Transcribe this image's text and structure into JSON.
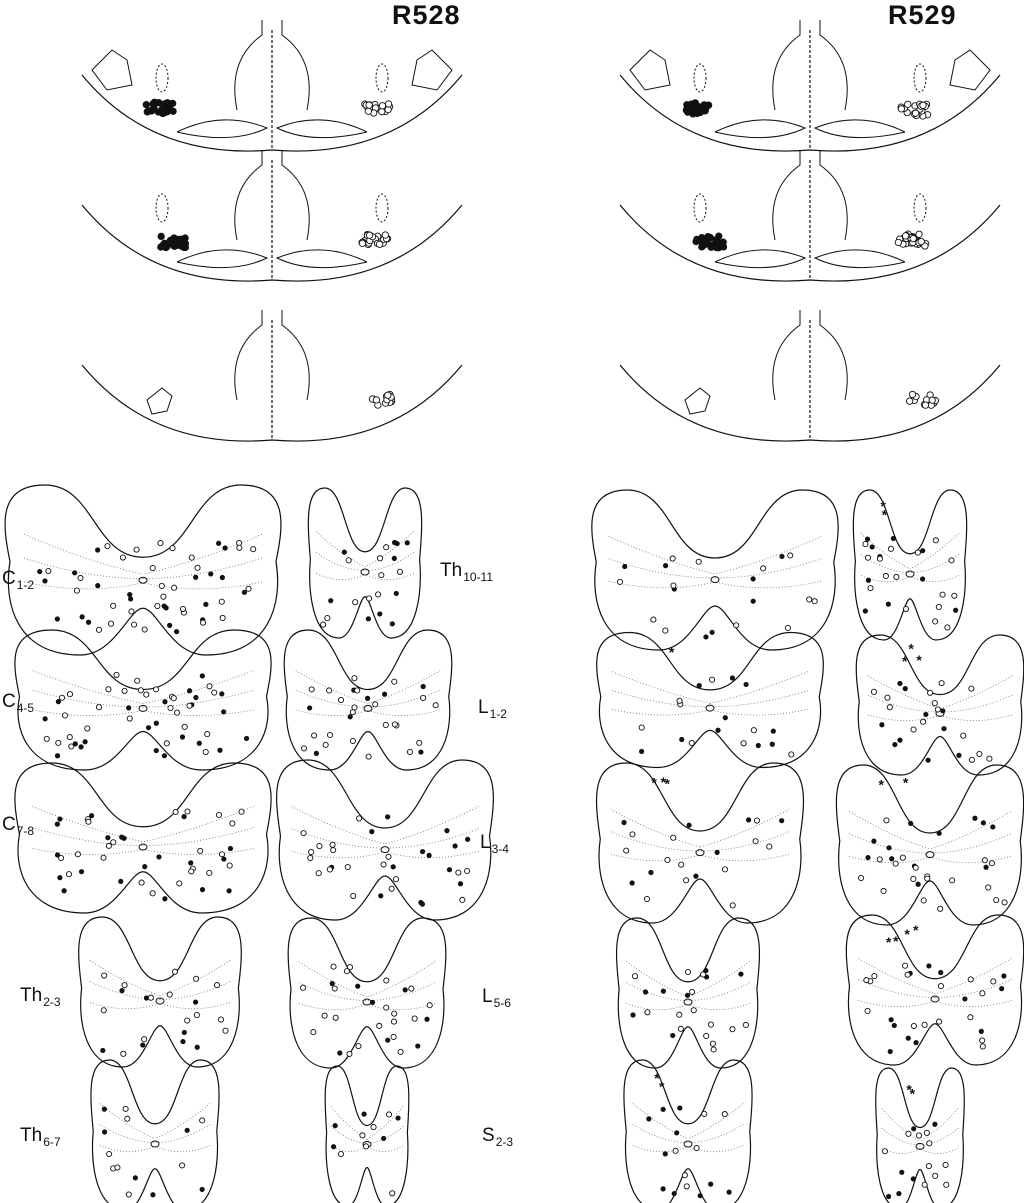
{
  "titles": {
    "left": "R528",
    "right": "R529"
  },
  "segments": {
    "c12": {
      "base": "C",
      "sub": "1-2"
    },
    "c45": {
      "base": "C",
      "sub": "4-5"
    },
    "c78": {
      "base": "C",
      "sub": "7-8"
    },
    "th23": {
      "base": "Th",
      "sub": "2-3"
    },
    "th67": {
      "base": "Th",
      "sub": "6-7"
    },
    "th1011": {
      "base": "Th",
      "sub": "10-11"
    },
    "l12": {
      "base": "L",
      "sub": "1-2"
    },
    "l34": {
      "base": "L",
      "sub": "3-4"
    },
    "l56": {
      "base": "L",
      "sub": "5-6"
    },
    "s23": {
      "base": "S",
      "sub": "2-3"
    }
  },
  "markers": {
    "filled": "filled-cell",
    "open": "open-cell",
    "asterisk": "asterisk-cell"
  },
  "colors": {
    "ink": "#111111",
    "dotted": "#777777"
  }
}
